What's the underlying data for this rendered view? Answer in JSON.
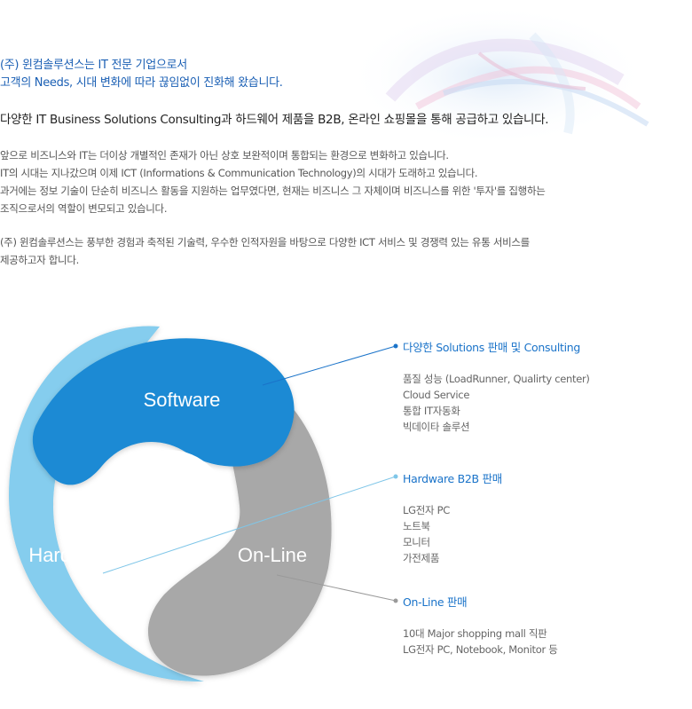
{
  "intro": {
    "lines_blue": [
      "(주) 윈컴솔루션스는 IT 전문 기업으로서",
      "고객의 Needs, 시대 변화에 따라 끊임없이 진화해 왔습니다."
    ],
    "heading": "다양한 IT Business Solutions Consulting과  하드웨어 제품을 B2B, 온라인 쇼핑몰을 통해 공급하고 있습니다.",
    "paragraph1": [
      "앞으로 비즈니스와 IT는 더이상 개별적인 존재가 아닌 상호 보완적이며 통합되는 환경으로 변화하고 있습니다.",
      "IT의 시대는 지나갔으며 이제 ICT (Informations & Communication Technology)의 시대가 도래하고 있습니다.",
      "과거에는 정보 기술이 단순히 비즈니스 활동을 지원하는 업무였다면, 현재는 비즈니스 그 자체이며 비즈니스를 위한 '투자'를 집행하는",
      "조직으로서의 역할이 변모되고 있습니다."
    ],
    "paragraph2": [
      "(주) 윈컴솔루션스는 풍부한 경험과 축적된 기술력, 우수한 인적자원을 바탕으로 다양한 ICT 서비스 및 경쟁력 있는 유통 서비스를",
      "제공하고자 합니다."
    ]
  },
  "diagram": {
    "segments": [
      {
        "label": "Software",
        "color": "#1b8ad4"
      },
      {
        "label": "Hardware",
        "color": "#85cdee"
      },
      {
        "label": "On-Line",
        "color": "#a8a8a8"
      }
    ]
  },
  "sections": [
    {
      "title": "다양한 Solutions 판매 및 Consulting",
      "dot_color": "#1a73c9",
      "items": [
        "품질 성능 (LoadRunner, Qualirty center)",
        "Cloud Service",
        "통합  IT자동화",
        "빅데이타 솔루션"
      ]
    },
    {
      "title": "Hardware B2B 판매",
      "dot_color": "#7fc6e8",
      "items": [
        "LG전자 PC",
        "노트북",
        "모니터",
        "가전제품"
      ]
    },
    {
      "title": "On-Line 판매",
      "dot_color": "#9a9a9a",
      "items": [
        "10대 Major shopping mall 직판",
        "LG전자 PC, Notebook, Monitor 등"
      ]
    }
  ]
}
